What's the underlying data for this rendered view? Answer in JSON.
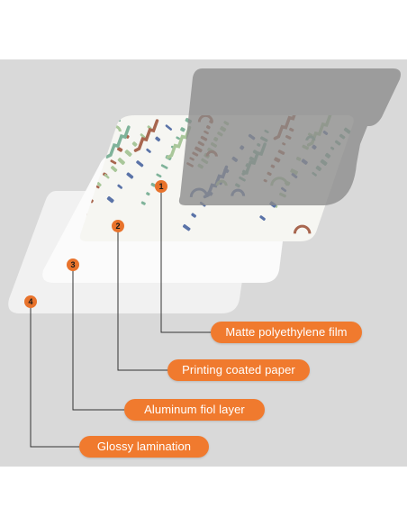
{
  "colors": {
    "background": "#d9d9d9",
    "accent": "#f07a2e",
    "leader_line": "#333333",
    "film": "#8a8a8a",
    "pattern_blue": "#5a73a8",
    "pattern_green": "#7fb39a",
    "pattern_brown": "#a8664f",
    "pattern_sage": "#a9c79a"
  },
  "layers": [
    {
      "number": "1",
      "label": "Matte polyethylene film"
    },
    {
      "number": "2",
      "label": "Printing coated paper"
    },
    {
      "number": "3",
      "label": "Aluminum fiol layer"
    },
    {
      "number": "4",
      "label": "Glossy lamination"
    }
  ]
}
